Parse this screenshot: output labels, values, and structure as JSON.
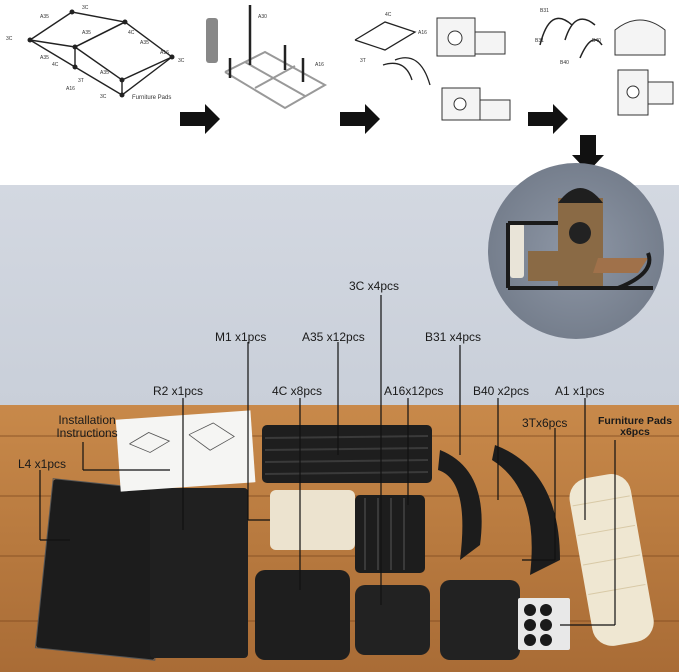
{
  "diagram": {
    "labels": [
      "3C",
      "A35",
      "3C",
      "A35",
      "4C",
      "A35",
      "A16",
      "3C",
      "A35",
      "4C",
      "A35",
      "3T",
      "3C",
      "A16",
      "Furniture Pads",
      "A30",
      "A16",
      "4C",
      "3T",
      "A16",
      "B31",
      "B31",
      "B40",
      "B40"
    ]
  },
  "parts": {
    "c3": "3C x4pcs",
    "m1": "M1 x1pcs",
    "a35": "A35 x12pcs",
    "b31": "B31 x4pcs",
    "r2": "R2 x1pcs",
    "c4": "4C x8pcs",
    "a16": "A16x12pcs",
    "b40": "B40 x2pcs",
    "a1": "A1 x1pcs",
    "install": "Installation Instructions",
    "t3": "3Tx6pcs",
    "pads": "Furniture Pads x6pcs",
    "l4": "L4 x1pcs"
  },
  "colors": {
    "frame": "#1e1e1e",
    "wall": "#c9cfd9",
    "wood": "#b87a3f",
    "sisal": "#e9dcc0"
  }
}
